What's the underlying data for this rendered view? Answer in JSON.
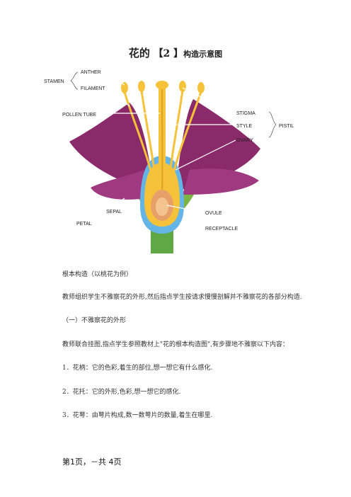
{
  "doc": {
    "title_flower": "花的",
    "title_bracket": "【2 】",
    "title_rest": "构造示意图",
    "footer": "第1页，－共 4页"
  },
  "labels": {
    "stamen": "STAMEN",
    "anther": "ANTHER",
    "filament": "FILAMENT",
    "pollen_tube": "POLLEN TUBE",
    "stigma": "STIGMA",
    "style": "STYLE",
    "pistil": "PISTIL",
    "ovary": "OVARY",
    "sepal": "SEPAL",
    "petal": "PETAL",
    "ovule": "OVULE",
    "receptacle": "RECEPTACLE"
  },
  "paragraphs": [
    "根本构造（以桃花为例）",
    "教师组织学生不雅察花的外形,然后指点学生按请求慢慢剖解并不雅察花的各部分构造.",
    "（一）不雅察花的外形",
    "教师联合挂图,指点学生参照教材上\"花的根本构造图\",有步骤地不雅察以下内容：",
    "1．花柄：它的色彩,着生的部位,想一想它有什么感化.",
    "2．花托：它的外形,色彩,想一想它的感化.",
    "3．花萼：由萼片构成,数一数萼片的数量,着生在哪里."
  ],
  "colors": {
    "petal": "#8b2a6b",
    "sepal": "#7cb342",
    "receptacle": "#64b5e6",
    "style": "#f6c23a",
    "ovary": "#f6d56a",
    "ovule": "#e8a06a"
  }
}
